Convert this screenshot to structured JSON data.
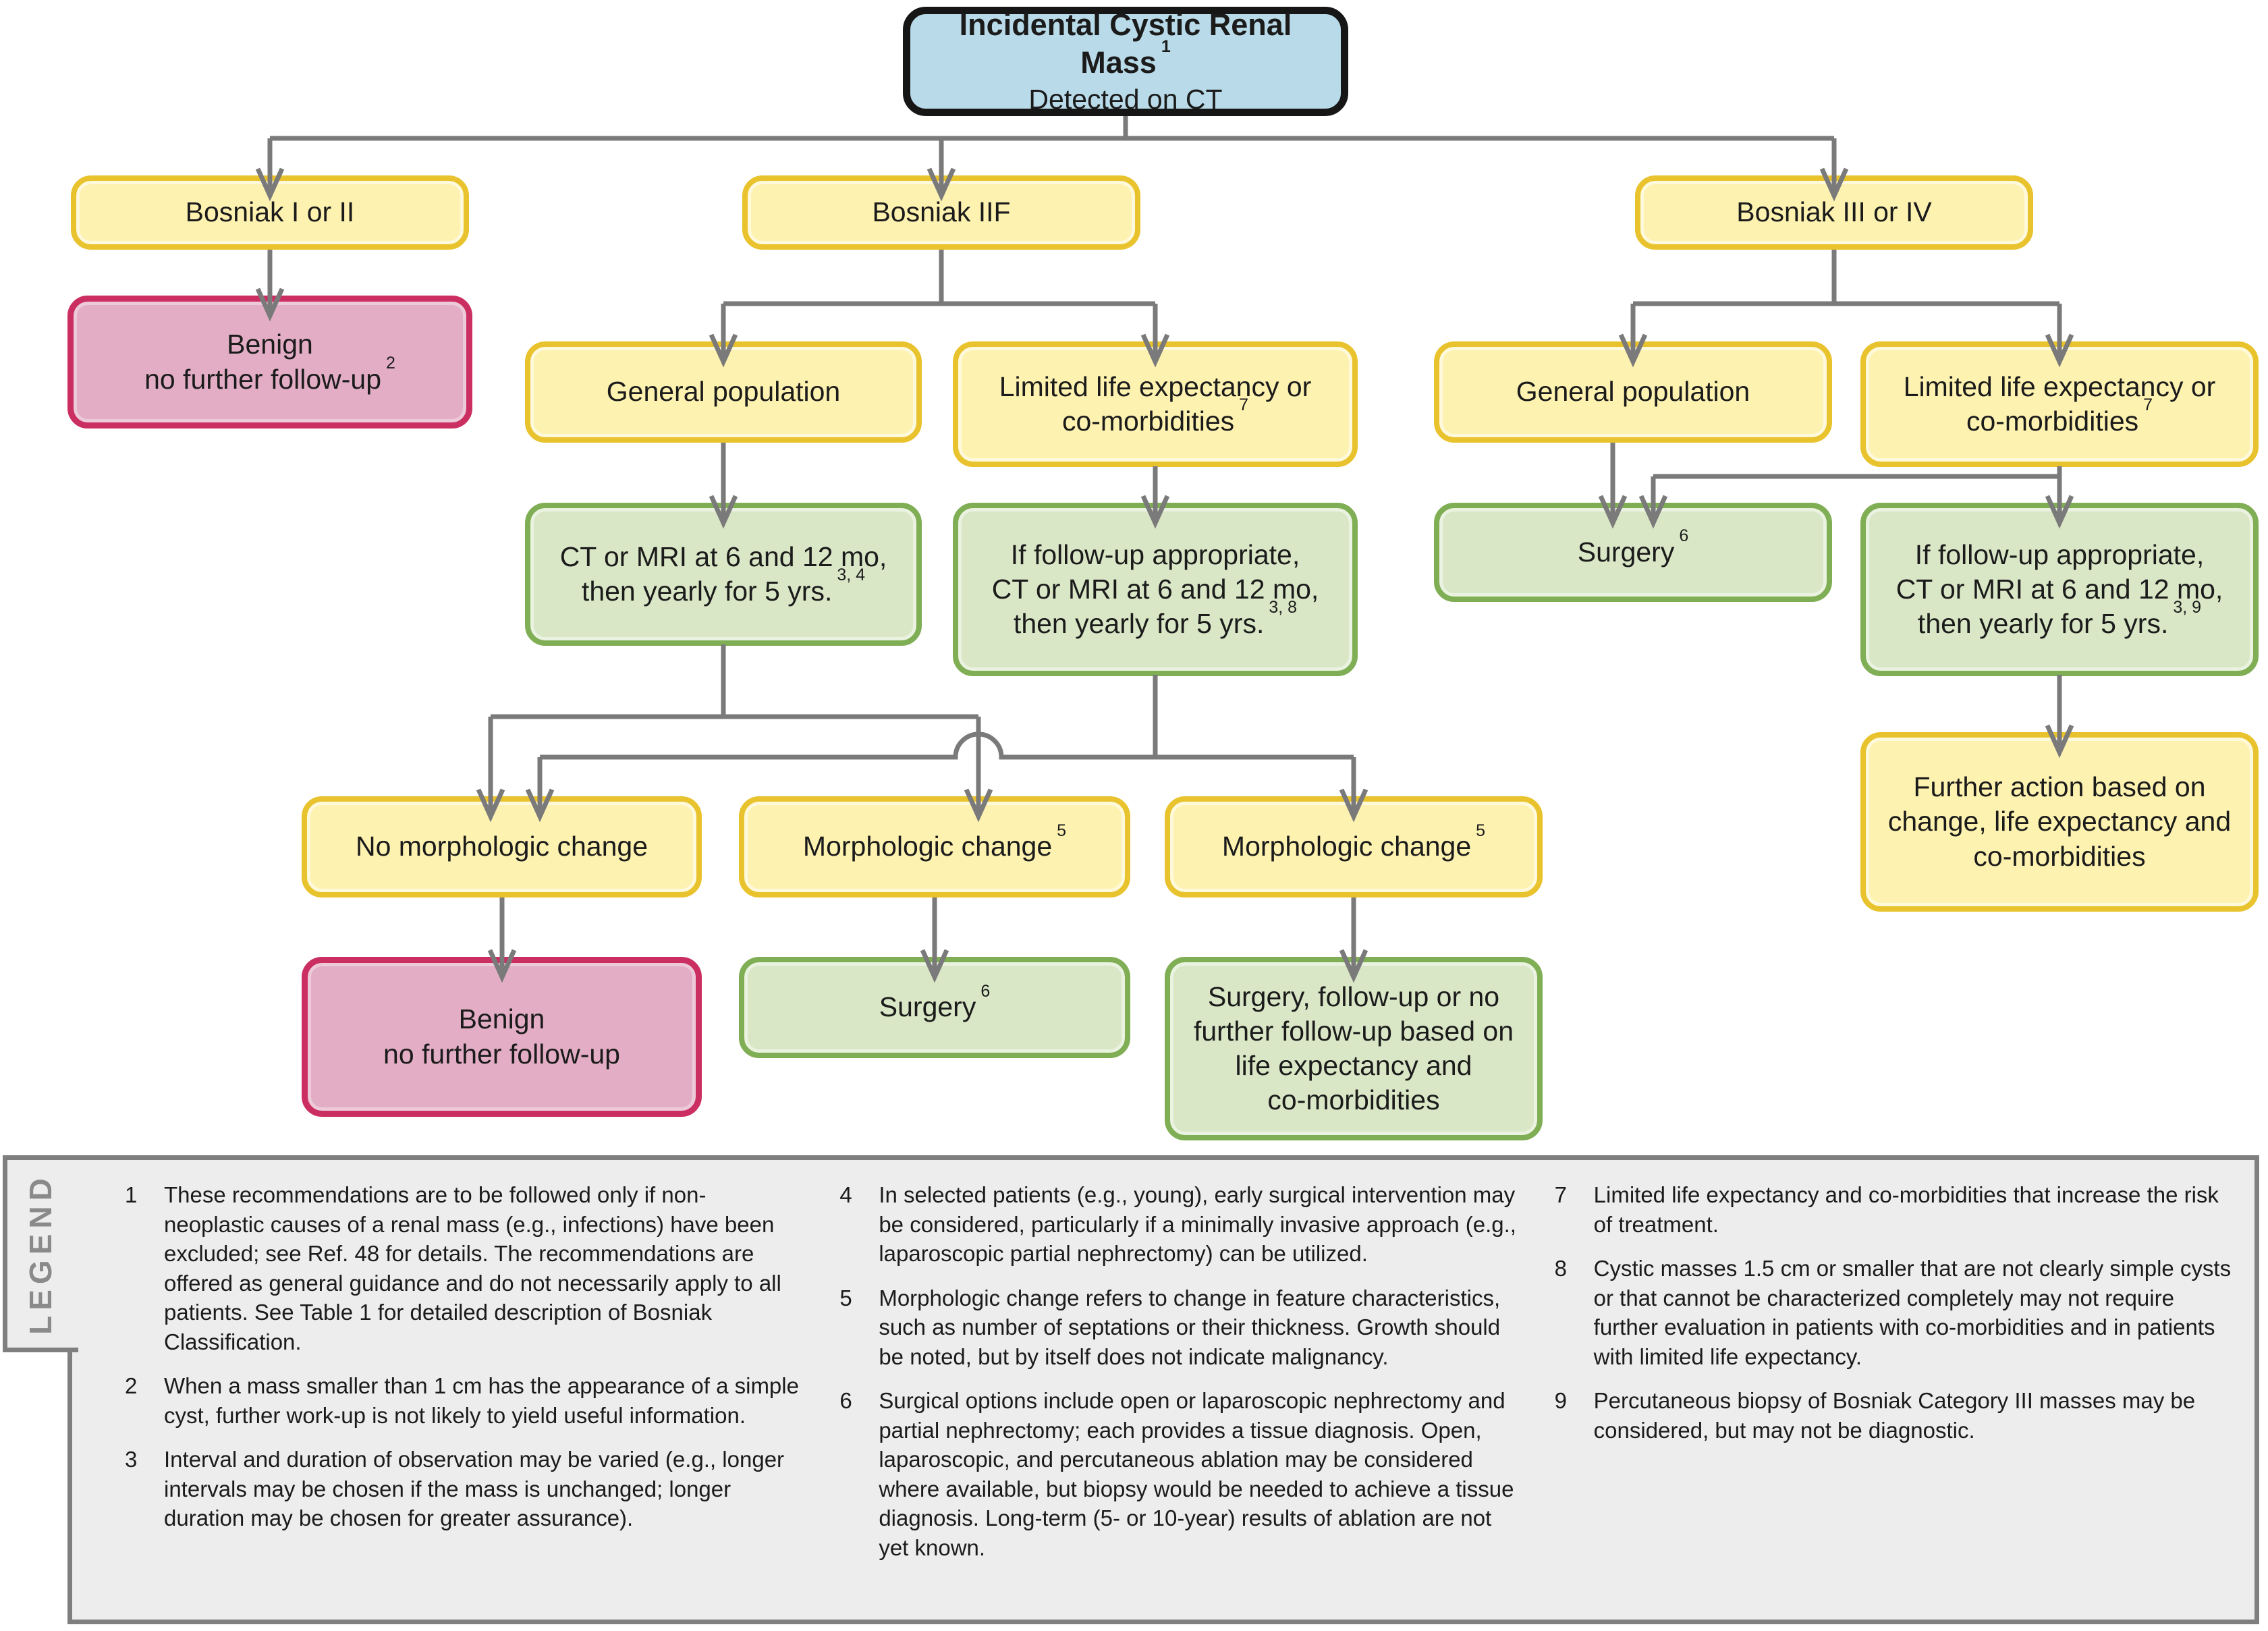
{
  "colors": {
    "yellowFill": "#fdf2b0",
    "yellowBorder": "#e9c32d",
    "greenFill": "#d9e7c6",
    "greenBorder": "#7fae54",
    "pinkFill": "#e3aec5",
    "pinkBorder": "#cb2f62",
    "blueFill": "#b9dbe9",
    "blueBorder": "#161616",
    "line": "#7a7a7a",
    "legendBg": "#ededed",
    "legendBorder": "#7f7f7f",
    "legendLabel": "#8a8a8a",
    "text": "#1b1b1b"
  },
  "nodes": {
    "root": {
      "title": "Incidental Cystic Renal Mass",
      "sup": "1",
      "subtitle": "Detected on CT"
    },
    "bosniak12": {
      "text": "Bosniak I or II"
    },
    "bosniak2f": {
      "text": "Bosniak IIF"
    },
    "bosniak34": {
      "text": "Bosniak III or IV"
    },
    "benign1": {
      "text": "Benign\nno further follow-up",
      "sup": "2"
    },
    "genpop2f": {
      "text": "General population"
    },
    "limited2f": {
      "text": "Limited life expectancy or\nco-morbidities",
      "sup": "7"
    },
    "ctmri2f": {
      "text": "CT or MRI at 6 and 12 mo,\nthen yearly for 5 yrs.",
      "sup": "3, 4"
    },
    "followup2f": {
      "text": "If follow-up appropriate,\nCT or MRI at 6 and 12 mo,\nthen yearly for 5 yrs.",
      "sup": "3, 8"
    },
    "genpop34": {
      "text": "General population"
    },
    "limited34": {
      "text": "Limited life expectancy or\nco-morbidities",
      "sup": "7"
    },
    "surgery34": {
      "text": "Surgery",
      "sup": "6"
    },
    "followup34": {
      "text": "If follow-up appropriate,\nCT or MRI at 6 and 12 mo,\nthen yearly for 5 yrs.",
      "sup": "3, 9"
    },
    "further": {
      "text": "Further action based on\nchange, life expectancy and\nco-morbidities"
    },
    "nomorph": {
      "text": "No morphologic change"
    },
    "morph1": {
      "text": "Morphologic change",
      "sup": "5"
    },
    "morph2": {
      "text": "Morphologic change",
      "sup": "5"
    },
    "benign2": {
      "text": "Benign\nno further follow-up"
    },
    "surgerymorph": {
      "text": "Surgery",
      "sup": "6"
    },
    "surgeryfollowup": {
      "text": "Surgery, follow-up or no\nfurther follow-up based on\nlife expectancy and\nco-morbidities"
    }
  },
  "legend": {
    "label": "LEGEND",
    "items": [
      {
        "num": "1",
        "text": "These recommendations are to be followed only if non-neoplastic causes of a renal mass (e.g., infections) have been excluded; see Ref. 48 for details. The recommendations are offered as general guidance and do not necessarily apply to all patients. See Table 1 for detailed description of Bosniak Classification."
      },
      {
        "num": "2",
        "text": "When a mass smaller than 1 cm has the appearance of a simple cyst, further work-up is not likely to yield useful information."
      },
      {
        "num": "3",
        "text": "Interval and duration of observation may be varied (e.g., longer intervals may be chosen if the mass is unchanged; longer duration may be chosen for greater assurance)."
      },
      {
        "num": "4",
        "text": "In selected patients (e.g., young), early surgical intervention may be considered, particularly if a minimally invasive approach (e.g., laparoscopic partial nephrectomy) can be utilized."
      },
      {
        "num": "5",
        "text": "Morphologic change refers to change in feature characteristics, such as number of septations or their thickness. Growth should be noted, but by itself does not indicate malignancy."
      },
      {
        "num": "6",
        "text": "Surgical options include open or laparoscopic nephrectomy and partial nephrectomy; each provides a tissue diagnosis. Open, laparoscopic, and percutaneous ablation may be considered where available, but biopsy would be needed to achieve a tissue diagnosis. Long-term (5- or 10-year) results of ablation are not yet known."
      },
      {
        "num": "7",
        "text": "Limited life expectancy and co-morbidities that increase the risk of treatment."
      },
      {
        "num": "8",
        "text": "Cystic masses 1.5 cm or smaller that are not clearly simple cysts or that cannot be characterized completely may not require further evaluation in patients with co-morbidities and in patients with limited life expectancy."
      },
      {
        "num": "9",
        "text": "Percutaneous biopsy of Bosniak Category III masses may be considered, but may not be diagnostic."
      }
    ]
  }
}
